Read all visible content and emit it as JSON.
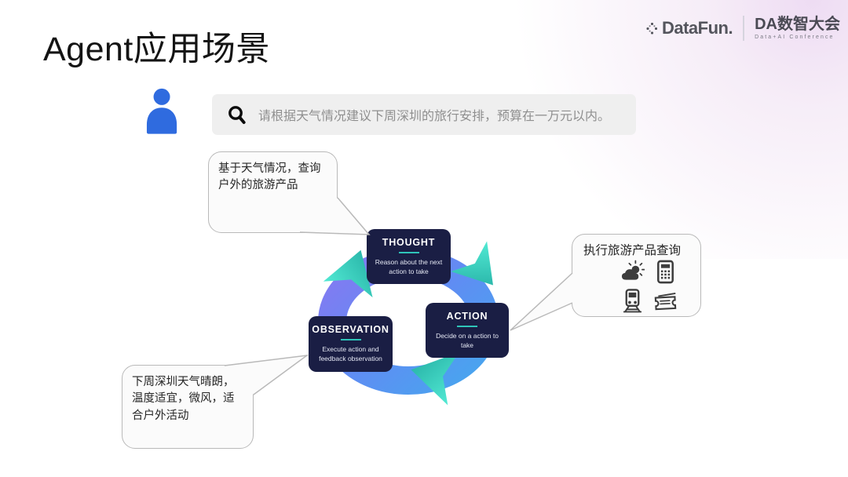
{
  "slide_title": "Agent应用场景",
  "header": {
    "datafun": {
      "label": "DataFun."
    },
    "conference": {
      "label": "DA数智大会",
      "sub": "Data+AI Conference"
    }
  },
  "user_query": {
    "text": "请根据天气情况建议下周深圳的旅行安排，预算在一万元以内。"
  },
  "cycle": {
    "nodes": [
      {
        "id": "thought",
        "label": "THOUGHT",
        "desc": "Reason about the next action to take"
      },
      {
        "id": "action",
        "label": "ACTION",
        "desc": "Decide on a action to take"
      },
      {
        "id": "observation",
        "label": "OBSERVATION",
        "desc": "Execute action and feedback observation"
      }
    ]
  },
  "annotations": {
    "thought_bubble": "基于天气情况，查询户外的旅游产品",
    "action_bubble": {
      "title": "执行旅游产品查询",
      "icons": [
        "weather-icon",
        "calculator-icon",
        "train-icon",
        "ticket-icon"
      ]
    },
    "observation_bubble": "下周深圳天气晴朗，温度适宜，微风，适合户外活动"
  },
  "colors": {
    "user_icon_blue": "#2f6bdf",
    "node_bg": "#1a1e44",
    "accent_teal": "#2fc4b9",
    "ring_purple": "#8579f2",
    "ring_blue": "#4aa3ef",
    "arrow_teal_light": "#52ead4",
    "arrow_teal_dark": "#1fa89e",
    "searchbar_bg": "#efefef",
    "query_text_gray": "#8f8f8f"
  }
}
